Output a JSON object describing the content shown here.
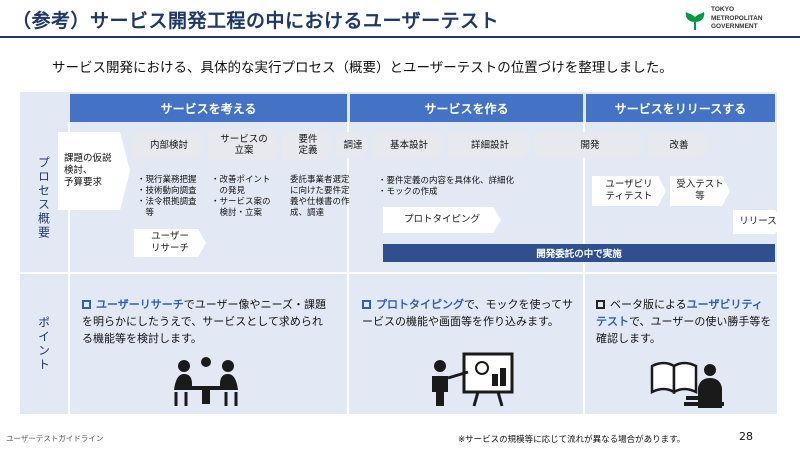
{
  "header": {
    "title": "（参考）サービス開発工程の中におけるユーザーテスト",
    "subtitle": "サービス開発における、具体的な実行プロセス（概要）とユーザーテストの位置づけを整理しました。",
    "logo_lines": [
      "TOKYO",
      "METROPOLITAN",
      "GOVERNMENT"
    ],
    "logo_icon": "ginkgo-leaf-icon",
    "brand_color": "#009944"
  },
  "columns": {
    "think": "サービスを考える",
    "build": "サービスを作る",
    "release": "サービスをリリースする"
  },
  "rows": {
    "process": "プロセス概要",
    "points": "ポイント"
  },
  "process": {
    "start_label": "課題の仮説\n検討、\n予算要求",
    "steps": {
      "internal": "内部検討",
      "concept": "サービスの\n立案",
      "requirements": "要件\n定義",
      "procurement": "調達",
      "basic_design": "基本設計",
      "detail_design": "詳細設計",
      "development": "開発",
      "improvement": "改善"
    },
    "notes": {
      "internal": "・現行業務把握\n・技術動向調査\n・法令根拠調査\n　等",
      "concept": "・改善ポイント\n　の発見\n・サービス案の\n　検討・立案",
      "requirements": "委託事業者選定\nに向けた要件定\n義や仕様書の作\n成、調達",
      "design": "・要件定義の内容を具体化、詳細化\n・モックの作成"
    },
    "boxes": {
      "user_research": "ユーザー\nリサーチ",
      "prototyping": "プロトタイピング",
      "usability": "ユーザビリ\nティテスト",
      "acceptance": "受入テスト\n等",
      "release": "リリース"
    },
    "vendor_bar": "開発委託の中で実施"
  },
  "points": {
    "think": {
      "highlight": "ユーザーリサーチ",
      "text": "でユーザー像やニーズ・課題を明らかにしたうえで、サービスとして求められる機能等を検討します。",
      "illustration": "meeting-people-icon"
    },
    "build": {
      "highlight": "プロトタイピング",
      "text": "で、モックを使ってサービスの機能や画面等を作り込みます。",
      "illustration": "presentation-board-icon"
    },
    "release": {
      "prefix": "ベータ版による",
      "highlight": "ユーザビリティテスト",
      "text": "で、ユーザーの使い勝手等を確認します。",
      "illustration": "person-reading-icon"
    }
  },
  "footer": {
    "left": "ユーザーテストガイドライン",
    "note": "※サービスの規模等に応じて流れが異なる場合があります。",
    "page": "28"
  },
  "colors": {
    "header_blue": "#4472c4",
    "dark_blue": "#2f4f8f",
    "panel_bg": "#e3e9f4",
    "accent": "#2e5fb3"
  }
}
